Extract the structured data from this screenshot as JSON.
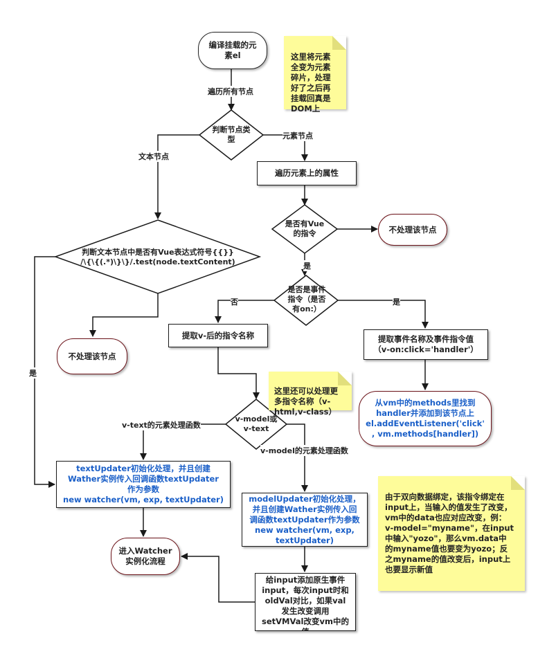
{
  "nodes": {
    "start": "编译挂载的元\n素el",
    "judge_type": "判断节点类\n型",
    "traverse_attrs": "遍历元素上的属性",
    "has_vue_directive": "是否有Vue\n的指令",
    "no_process_1": "不处理该节点",
    "is_event_directive": "是否是事件\n指令（是否\n有on:）",
    "judge_text": "判断文本节点中是否有Vue表达式符号{{}}\n/\\{\\{(.*)\\}\\}/.test(node.textContent)",
    "no_process_2": "不处理该节点",
    "get_directive_name": "提取v-后的指令名称",
    "get_event": "提取事件名称及事件指令值\n（v-on:click='handler'）",
    "add_listener": "从vm中的methods里找到\nhandler并添加到该节点上\nel.addEventListener('click'\n, vm.methods[handler])",
    "model_or_text": "v-model或\nv-text",
    "text_updater": "textUpdater初始化处理，并且创建\nWather实例传入回调函数textUpdater\n作为参数\nnew watcher(vm, exp, textUpdater)",
    "model_updater": "modelUpdater初始化处理，\n并且创建Wather实例传入回\n调函数textUpdater作为参数\nnew watcher(vm, exp,\ntextUpdater)",
    "enter_watcher": "进入Watcher\n实例化流程",
    "input_event": "给input添加原生事件\ninput，每次input时和\noldVal对比，如果val\n发生改变调用\nsetVMVal改变vm中的\n值"
  },
  "notes": {
    "note1": "这里将元素\n全变为元素\n碎片，处理\n好了之后再\n挂载回真是\nDOM上",
    "note2": "这里还可以处理更\n多指令名称（v-\nhtml,v-class）",
    "note3": "由于双向数据绑定，该指令绑定在\ninput上，当输入的值发生了改变，\nvm中的data也应对应改变，例：\nv-model=\"myname\"，在input\n中输入\"yozo\"，那么vm.data中\n的myname值也要变为yozo；反\n之myname的值改变后，input上\n也要显示新值"
  },
  "edge_labels": {
    "traverse_all": "遍历所有节点",
    "text_node": "文本节点",
    "element_node": "元素节点",
    "yes_1": "是",
    "no_1": "否",
    "yes_2": "是",
    "yes_left": "是",
    "vtext_handler": "v-text的元素处理函数",
    "vmodel_handler": "v-model的元素处理函数"
  },
  "colors": {
    "line": "#1a1a1a",
    "terminal_border": "#6b1218",
    "note_bg": "#fefc9a",
    "blue_text": "#1a5fc8"
  }
}
